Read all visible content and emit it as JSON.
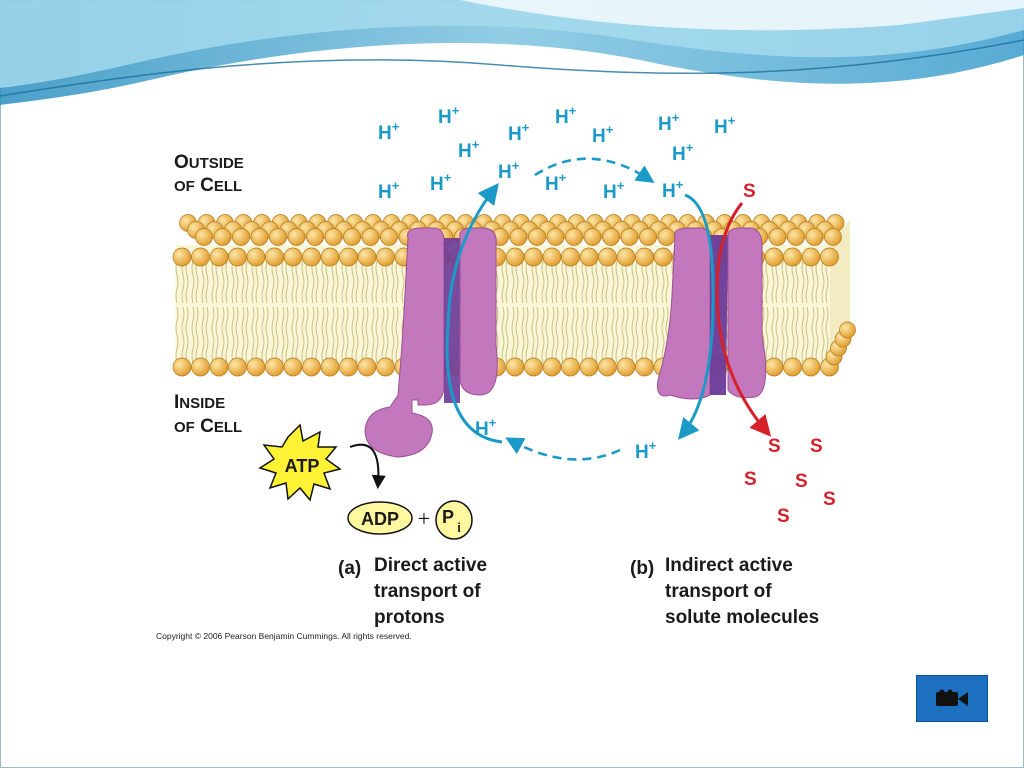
{
  "labels": {
    "outside_line1": "Outside",
    "outside_line2": "of Cell",
    "inside_line1": "Inside",
    "inside_line2": "of Cell",
    "atp": "ATP",
    "adp": "ADP",
    "plus": "+",
    "pi_main": "P",
    "pi_sub": "i",
    "part_a_letter": "(a)",
    "part_a_lines": [
      "Direct active",
      "transport of",
      "protons"
    ],
    "part_b_letter": "(b)",
    "part_b_lines": [
      "Indirect active",
      "transport of",
      "solute molecules"
    ]
  },
  "ions": {
    "proton_base": "H",
    "proton_sup": "+",
    "solute": "S"
  },
  "copyright": "Copyright © 2006 Pearson Benjamin Cummings. All rights reserved.",
  "colors": {
    "proton": "#1b9ac8",
    "solute": "#d6202a",
    "protein": "#c378bd",
    "protein_channel": "#6b3a99",
    "lipid_head": "#f0b849",
    "atp_burst": "#fff234",
    "movie_button": "#1d6fbf"
  },
  "icons": {
    "movie_button": "movie-camera-icon"
  }
}
